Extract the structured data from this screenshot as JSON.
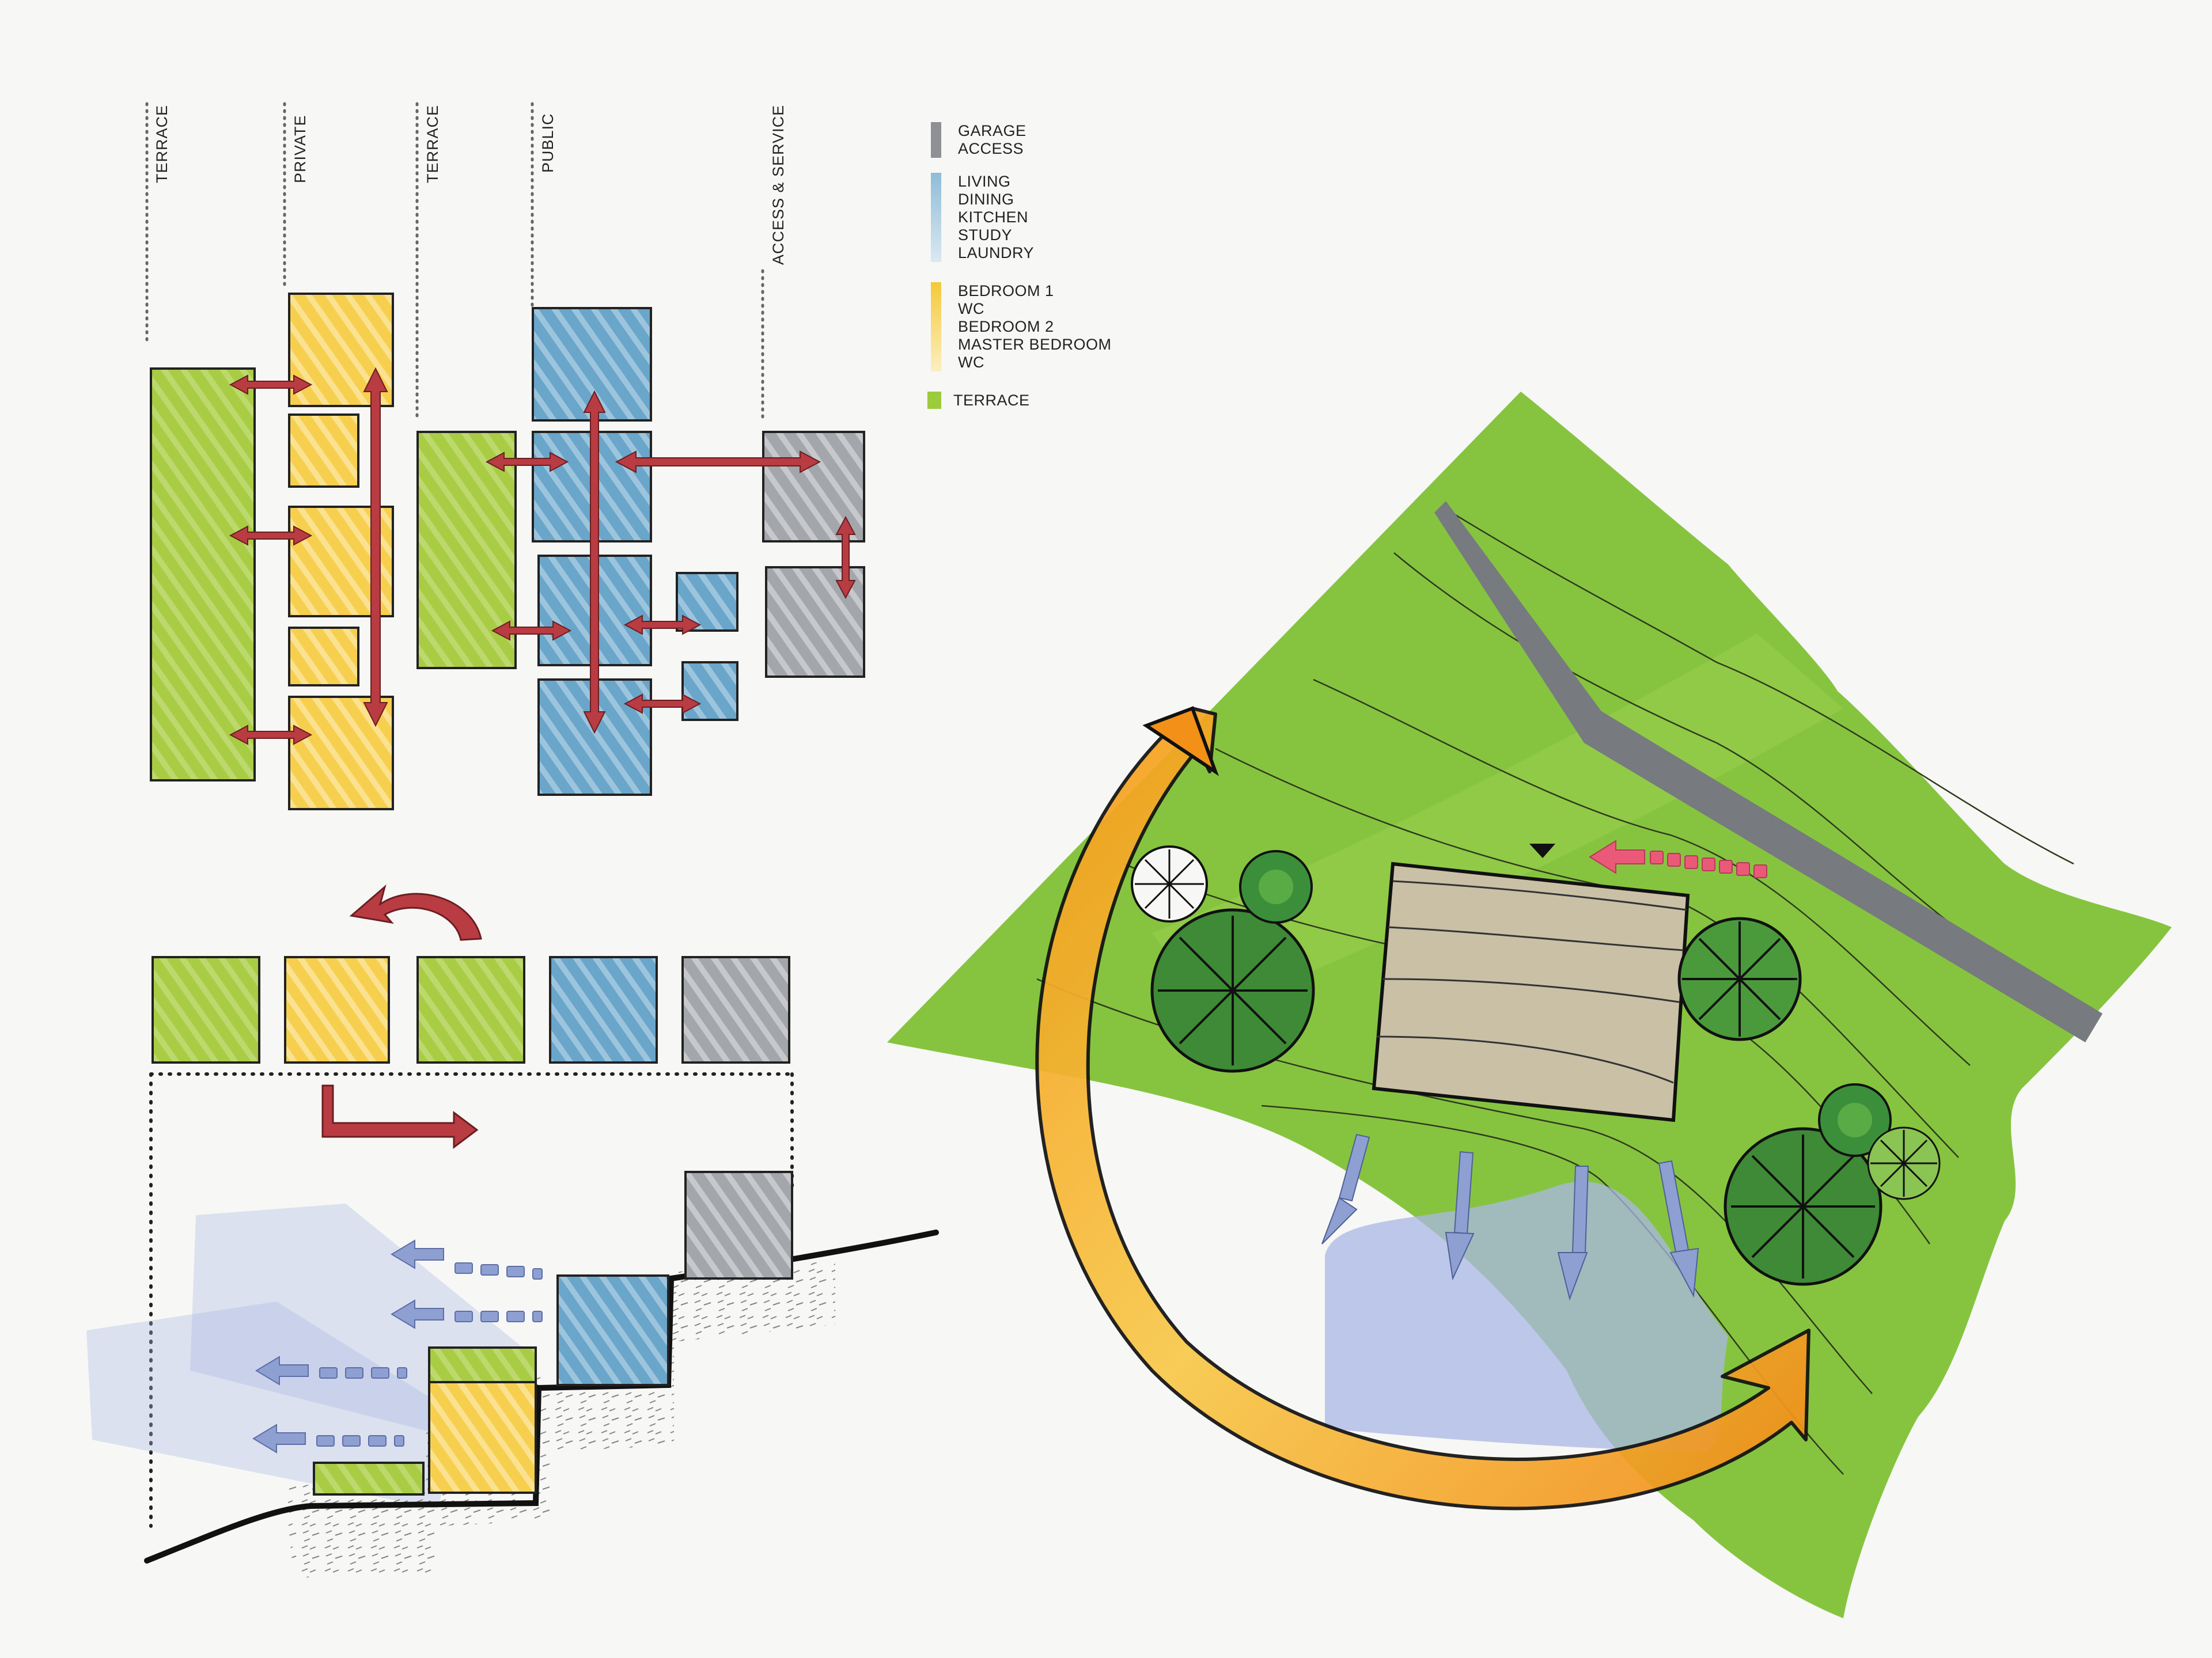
{
  "columns": [
    {
      "label": "TERRACE"
    },
    {
      "label": "PRIVATE"
    },
    {
      "label": "TERRACE"
    },
    {
      "label": "PUBLIC"
    },
    {
      "label": "ACCESS & SERVICE"
    }
  ],
  "legend": [
    {
      "lines": [
        "GARAGE",
        "ACCESS"
      ],
      "color": "#8e9095"
    },
    {
      "lines": [
        "LIVING",
        "DINING",
        "KITCHEN",
        "STUDY",
        "LAUNDRY"
      ],
      "color": "#a7cbe0"
    },
    {
      "lines": [
        "BEDROOM 1",
        "WC",
        "BEDROOM 2",
        "MASTER BEDROOM",
        "WC"
      ],
      "color": "#f7d35a"
    },
    {
      "lines": [
        "TERRACE"
      ],
      "color": "#9ccb3c"
    }
  ],
  "colors": {
    "terrace": "#a8cd45",
    "private": "#f7d055",
    "public": "#6fa9cc",
    "service": "#9fa2a8",
    "arrow_red": "#b83c42",
    "arrow_blue": "#8ea0d2",
    "arrow_orange": "#f5a21c",
    "arrow_pink": "#ea5a78",
    "site_green": "#86c440",
    "road": "#777a7e",
    "building": "#c9c0a6"
  }
}
